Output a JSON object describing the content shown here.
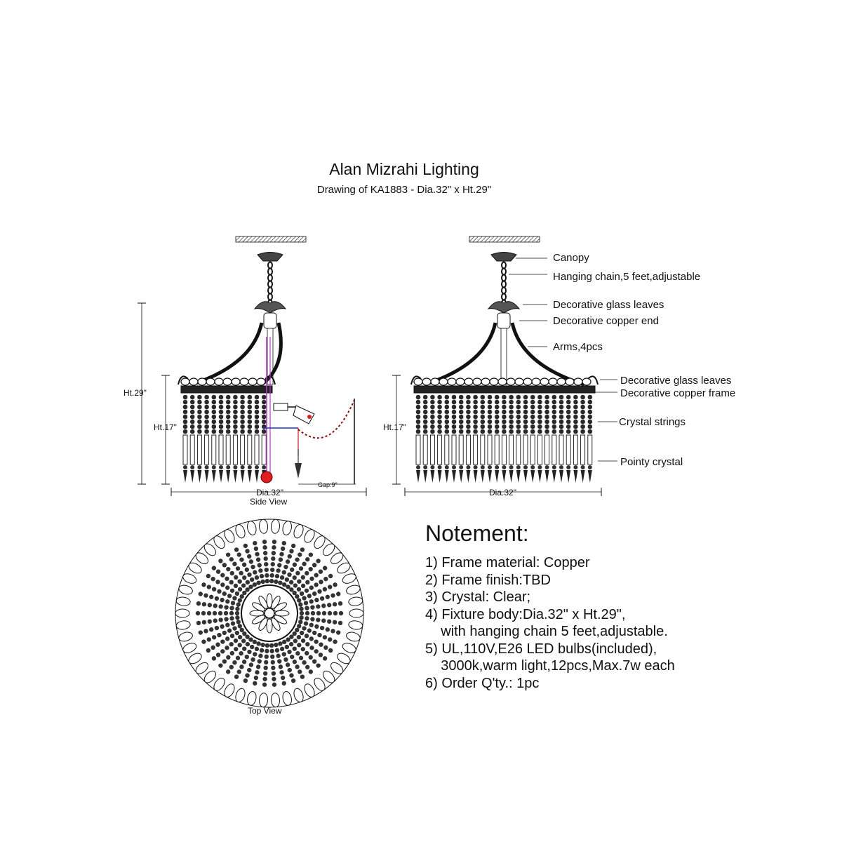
{
  "header": {
    "title": "Alan Mizrahi Lighting",
    "subtitle": "Drawing of KA1883 - Dia.32\" x Ht.29\""
  },
  "side_view": {
    "caption": "Side View",
    "height_total": "Ht.29\"",
    "height_body": "Ht.17\"",
    "diameter": "Dia.32\"",
    "gap": "Gap:9\""
  },
  "front_view": {
    "height_body": "Ht.17\"",
    "diameter": "Dia.32\"",
    "labels": {
      "canopy": "Canopy",
      "chain": "Hanging chain,5 feet,adjustable",
      "leaves_top": "Decorative glass leaves",
      "copper_end": "Decorative copper end",
      "arms": "Arms,4pcs",
      "leaves_rim": "Decorative glass leaves",
      "copper_frame": "Decorative copper frame",
      "strings": "Crystal strings",
      "pointy": "Pointy crystal"
    }
  },
  "top_view": {
    "caption": "Top View"
  },
  "notes": {
    "title": "Notement:",
    "items": [
      "1) Frame material: Copper",
      "2) Frame finish:TBD",
      "3) Crystal: Clear;",
      "4) Fixture body:Dia.32\" x Ht.29\",",
      "    with hanging chain 5 feet,adjustable.",
      "5) UL,110V,E26 LED bulbs(included),",
      "    3000k,warm light,12pcs,Max.7w each",
      "6) Order Q'ty.: 1pc"
    ]
  }
}
